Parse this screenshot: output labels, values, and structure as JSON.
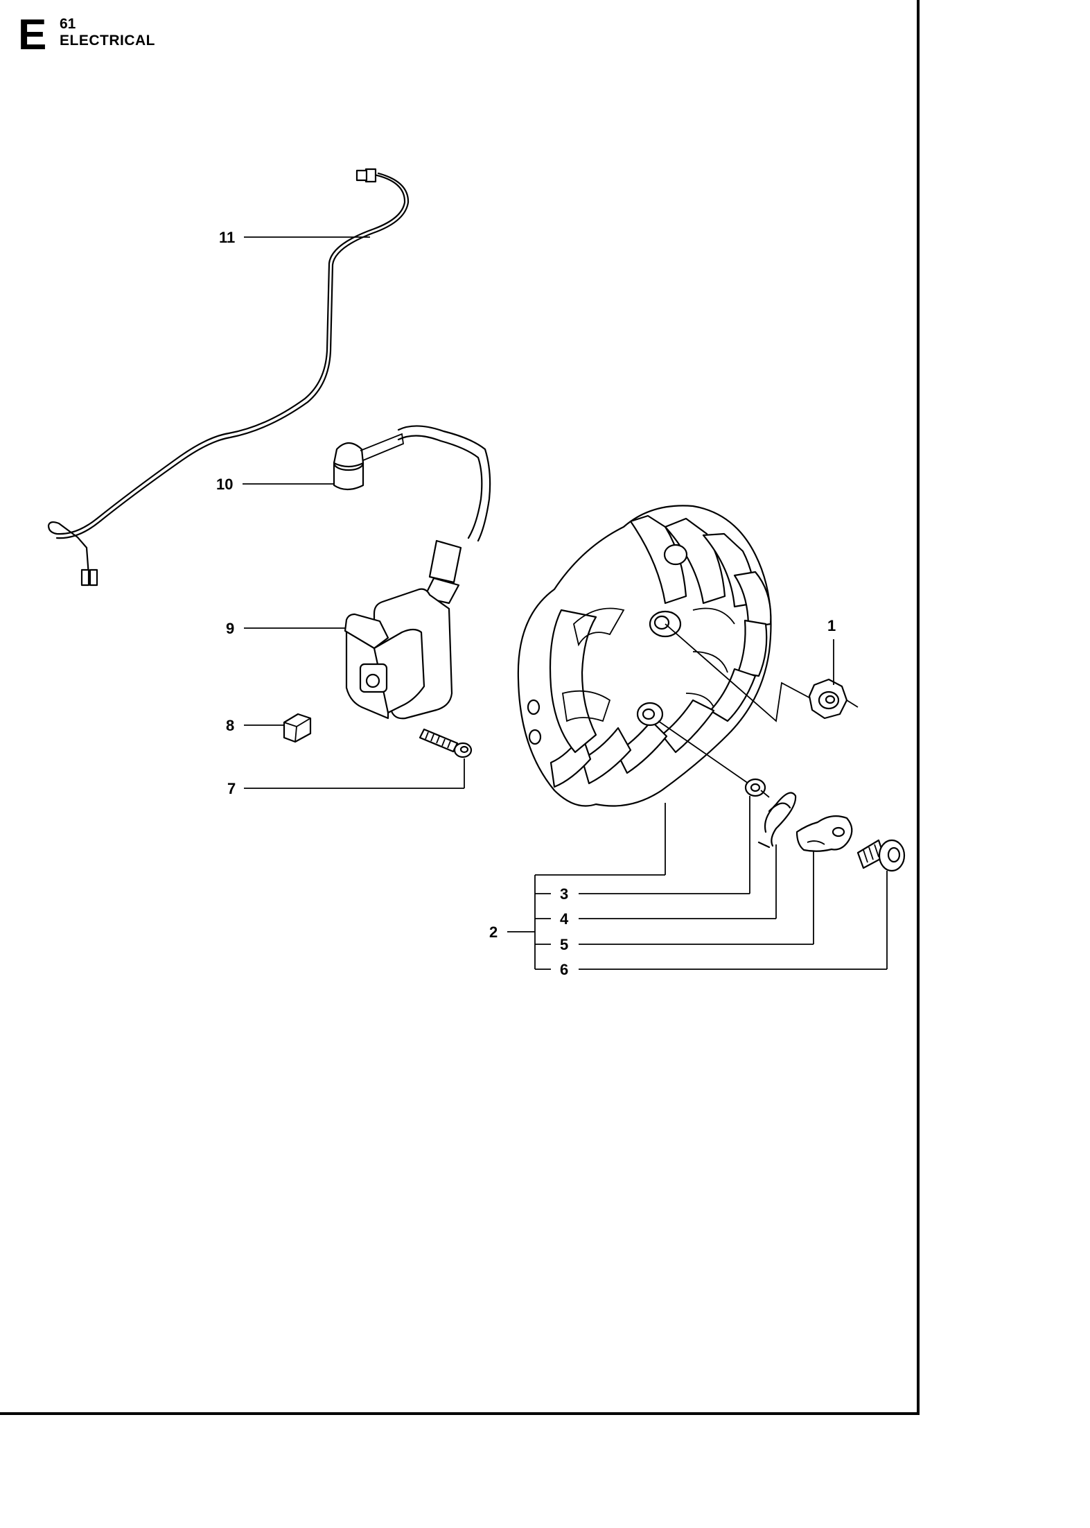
{
  "header": {
    "section_letter": "E",
    "section_number": "61",
    "section_title": "ELECTRICAL"
  },
  "callouts": {
    "c1": "1",
    "c2": "2",
    "c3": "3",
    "c4": "4",
    "c5": "5",
    "c6": "6",
    "c7": "7",
    "c8": "8",
    "c9": "9",
    "c10": "10",
    "c11": "11"
  }
}
